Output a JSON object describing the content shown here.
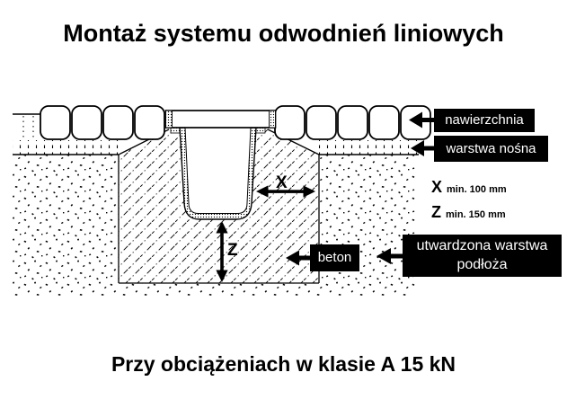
{
  "title": "Montaż systemu odwodnień liniowych",
  "caption": "Przy obciążeniach w klasie A 15 kN",
  "labels": {
    "nawierzchnia": "nawierzchnia",
    "warstwa_nosna": "warstwa nośna",
    "beton": "beton",
    "utwardzona_line1": "utwardzona warstwa",
    "utwardzona_line2": "podłoża"
  },
  "dimensions": {
    "x_letter": "X",
    "x_spec": "min. 100 mm",
    "z_letter": "Z",
    "z_spec": "min. 150 mm"
  },
  "colors": {
    "ink": "#000000",
    "paper": "#ffffff",
    "callout_bg": "#000000",
    "callout_text": "#ffffff"
  }
}
